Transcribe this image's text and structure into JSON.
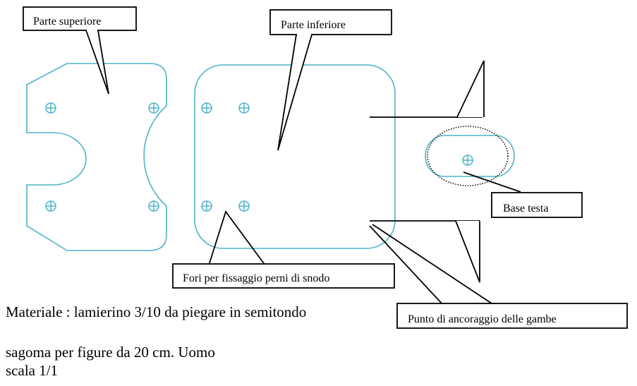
{
  "labels": {
    "top_part": "Parte superiore",
    "bottom_part": "Parte inferiore",
    "head_base": "Base testa",
    "pivot_holes": "Fori per fissaggio perni di snodo",
    "leg_anchor": "Punto di ancoraggio delle gambe"
  },
  "notes": {
    "material": "Materiale : lamierino 3/10 da piegare in semitondo",
    "template": "sagoma per figure da 20 cm. Uomo",
    "scale": "scala 1/1"
  },
  "colors": {
    "outline": "#4db3cc",
    "ink": "#000000"
  }
}
